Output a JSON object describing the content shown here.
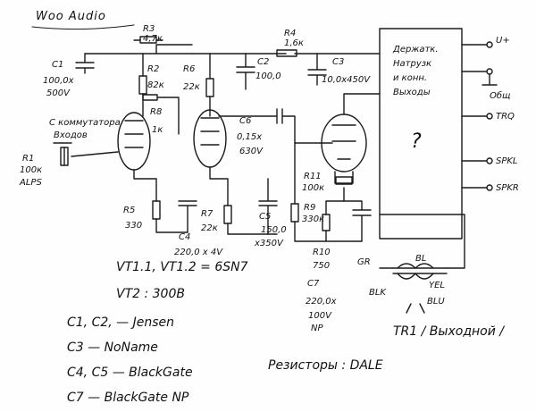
{
  "title": "Woo Audio",
  "input_label": [
    "С коммутатора",
    "Входов"
  ],
  "r1": [
    "R1",
    "100к",
    "ALPS"
  ],
  "r3": [
    "R3",
    "4,7к"
  ],
  "r2": [
    "R2",
    "82к"
  ],
  "r8": [
    "R8",
    "1к"
  ],
  "r6": [
    "R6",
    "22к"
  ],
  "r4": [
    "R4",
    "1,6к"
  ],
  "c1": [
    "C1",
    "100,0х",
    "500V"
  ],
  "c2": [
    "C2",
    "100,0"
  ],
  "c3": [
    "C3",
    "10,0х450V"
  ],
  "c6": [
    "C6",
    "0,15х",
    "630V"
  ],
  "r5": [
    "R5",
    "330"
  ],
  "c4": [
    "C4",
    "220,0 х 4V"
  ],
  "r7": [
    "R7",
    "22к"
  ],
  "c5": [
    "C5",
    "150,0",
    "х350V"
  ],
  "r9": [
    "R9",
    "330к"
  ],
  "r11": [
    "R11",
    "100к"
  ],
  "r10": [
    "R10",
    "750"
  ],
  "c7": [
    "C7",
    "220,0х",
    "100V",
    "NP"
  ],
  "box_text": [
    "Держатк.",
    "Натрузк",
    "и конн.",
    "Выходы"
  ],
  "box_mark": "?",
  "terminals": [
    "U+",
    "Общ",
    "TRQ",
    "SPKL",
    "SPKR"
  ],
  "gr": "GR",
  "wires": [
    "BL",
    "BLK",
    "YEL",
    "BLU"
  ],
  "tr1": "TR1 / Выходной /",
  "tubes": "VT1.1, VT1.2 = 6SN7",
  "vt2": "VT2 : 300B",
  "notes": [
    "C1, C2, — Jensen",
    "C3 — NoName",
    "C4, C5 — BlackGate",
    "C7 — BlackGate NP"
  ],
  "resistors_note": "Резисторы : DALE"
}
